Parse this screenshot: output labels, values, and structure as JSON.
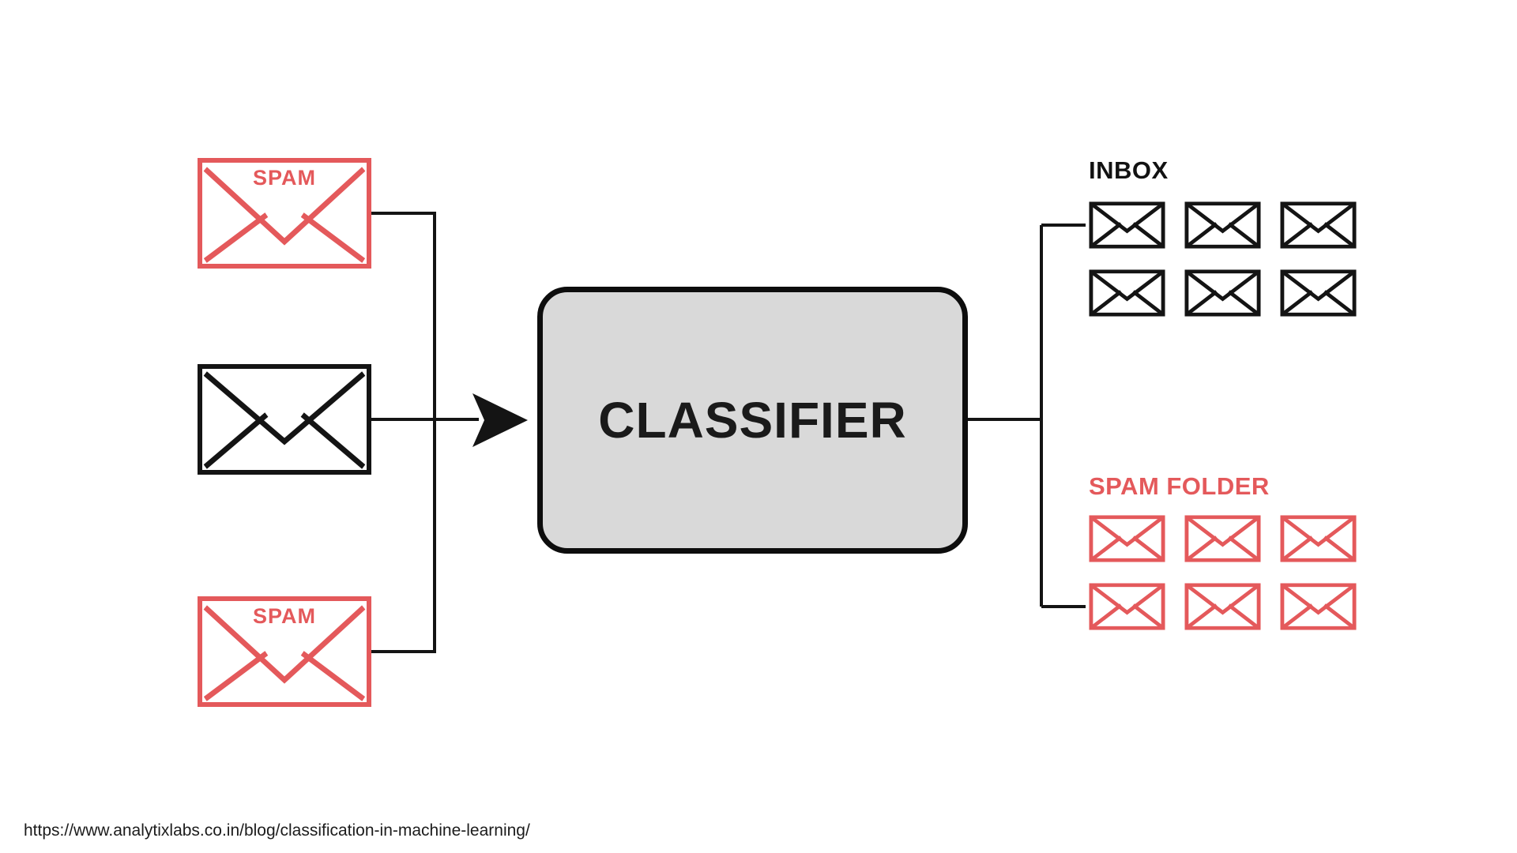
{
  "colors": {
    "spam_red": "#E4595B",
    "line_black": "#141414",
    "classifier_fill": "#D9D9D9"
  },
  "inputs": [
    {
      "type": "spam",
      "label": "SPAM"
    },
    {
      "type": "normal",
      "label": ""
    },
    {
      "type": "spam",
      "label": "SPAM"
    }
  ],
  "classifier": {
    "label": "CLASSIFIER"
  },
  "outputs": {
    "inbox": {
      "label": "INBOX",
      "count": 6
    },
    "spam_folder": {
      "label": "SPAM FOLDER",
      "count": 6
    }
  },
  "source_url": "https://www.analytixlabs.co.in/blog/classification-in-machine-learning/"
}
